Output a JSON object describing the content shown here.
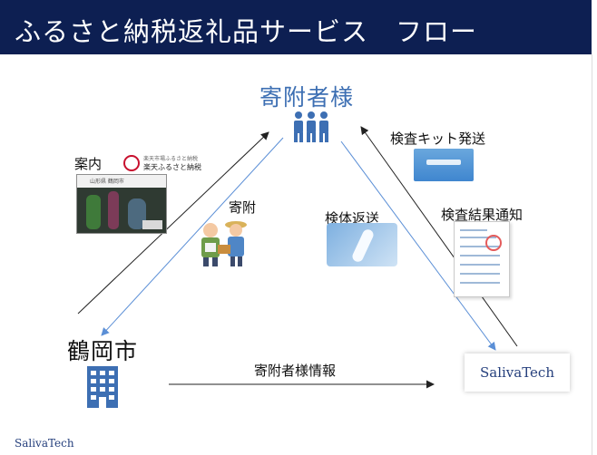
{
  "title": "ふるさと納税返礼品サービス　フロー",
  "nodes": {
    "donor": "寄附者様",
    "city": "鶴岡市",
    "company": "SalivaTech"
  },
  "labels": {
    "guide": "案内",
    "donation": "寄附",
    "specimen_return": "検体返送",
    "kit_shipping": "検査キット発送",
    "result_notice": "検査結果通知",
    "donor_info": "寄附者様情報"
  },
  "leaflet": {
    "header_text": "山形県 鶴岡市",
    "rakuten_small": "楽天市場ふるさと納税",
    "rakuten_main": "楽天ふるさと納税"
  },
  "footer": {
    "brand": "SalivaTech"
  },
  "colors": {
    "title_bg": "#0d1f52",
    "donor_text": "#3d6fb3",
    "blue_arrow": "#5b8fd6",
    "black_arrow": "#222222",
    "brand_text": "#26407d"
  },
  "icons": [
    "people-icon",
    "building-icon",
    "farmer-icon",
    "gift-box-icon"
  ]
}
